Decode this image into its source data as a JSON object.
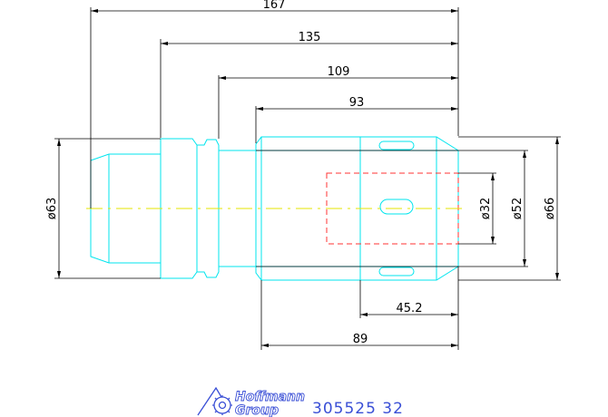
{
  "drawing": {
    "dimensions": {
      "total_length": "167",
      "shank_to_end": "135",
      "flange_to_end": "109",
      "body_length": "93",
      "front_length": "89",
      "slot_length": "45.2",
      "dia_shank": "ø63",
      "dia_bore": "ø32",
      "dia_body": "ø52",
      "dia_outer": "ø66"
    }
  },
  "footer": {
    "logo_line1": "Hoffmann",
    "logo_line2": "Group",
    "part_number": "305525  32"
  },
  "colors": {
    "outline": "#00e5ee",
    "dimension": "#000000",
    "centerline": "#e6e600",
    "hidden": "#ff3333",
    "brand": "#3a4fd6"
  },
  "icons": {
    "logo": "hoffmann-gear-logo-icon"
  }
}
